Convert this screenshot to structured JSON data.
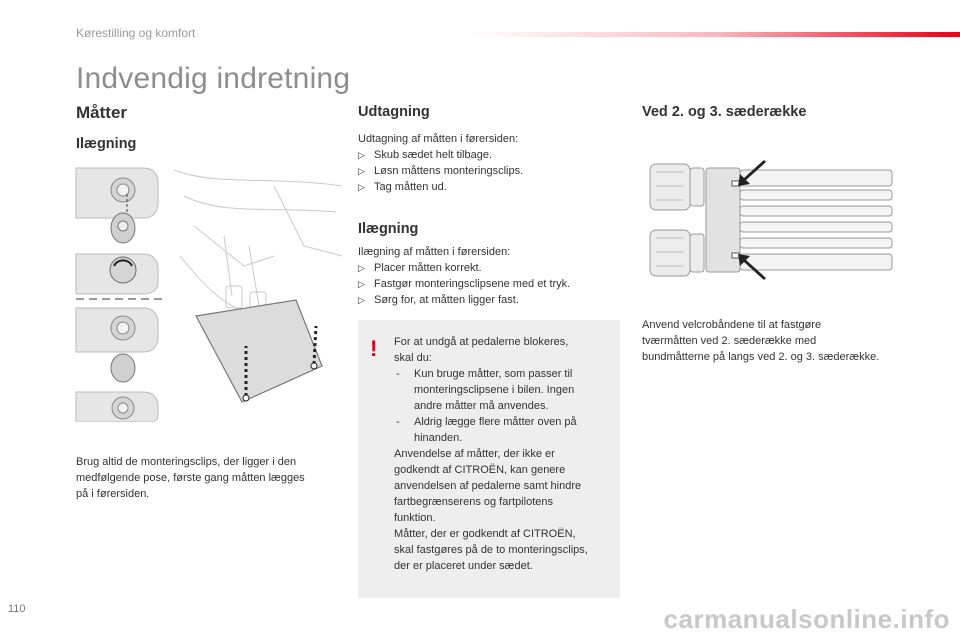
{
  "header": {
    "section": "Kørestilling og komfort"
  },
  "title": "Indvendig indretning",
  "left": {
    "heading": "Måtter",
    "subheading": "Ilægning",
    "caption": [
      "Brug altid de monteringsclips, der ligger i den",
      "medfølgende pose, første gang måtten lægges",
      "på i førersiden."
    ]
  },
  "middle": {
    "removal": {
      "heading": "Udtagning",
      "intro": "Udtagning af måtten i førersiden:",
      "steps": [
        "Skub sædet helt tilbage.",
        "Løsn måttens monteringsclips.",
        "Tag måtten ud."
      ]
    },
    "fitting": {
      "heading": "Ilægning",
      "intro": "Ilægning af måtten i førersiden:",
      "steps": [
        "Placer måtten korrekt.",
        "Fastgør monteringsclipsene med et tryk.",
        "Sørg for, at måtten ligger fast."
      ]
    },
    "warning": {
      "icon": "!",
      "intro": [
        "For at undgå at pedalerne blokeres,",
        "skal du:"
      ],
      "items": [
        [
          "Kun bruge måtter, som passer til",
          "monteringsclipsene i bilen. Ingen",
          "andre måtter må anvendes."
        ],
        [
          "Aldrig lægge flere måtter oven på",
          "hinanden."
        ]
      ],
      "outro": [
        "Anvendelse af måtter, der ikke er",
        "godkendt af CITROËN, kan genere",
        "anvendelsen af pedalerne samt hindre",
        "fartbegrænserens og fartpilotens",
        "funktion.",
        "Måtter, der er godkendt af CITROËN,",
        "skal fastgøres på de to monteringsclips,",
        "der er placeret under sædet."
      ]
    }
  },
  "right": {
    "heading": "Ved 2. og 3. sæderække",
    "text": [
      "Anvend velcrobåndene til at fastgøre",
      "tværmåtten ved 2. sæderække med",
      "bundmåtterne på langs ved 2. og 3. sæderække."
    ]
  },
  "footer": {
    "page_number": "110",
    "watermark": "carmanualsonline.info"
  },
  "icons": {
    "bullet": "arrow-bullet-icon",
    "warning": "warning-exclamation-icon"
  },
  "colors": {
    "accent": "#e2001a",
    "title": "#8d8d8d",
    "warning_bg": "#eeeeee"
  }
}
